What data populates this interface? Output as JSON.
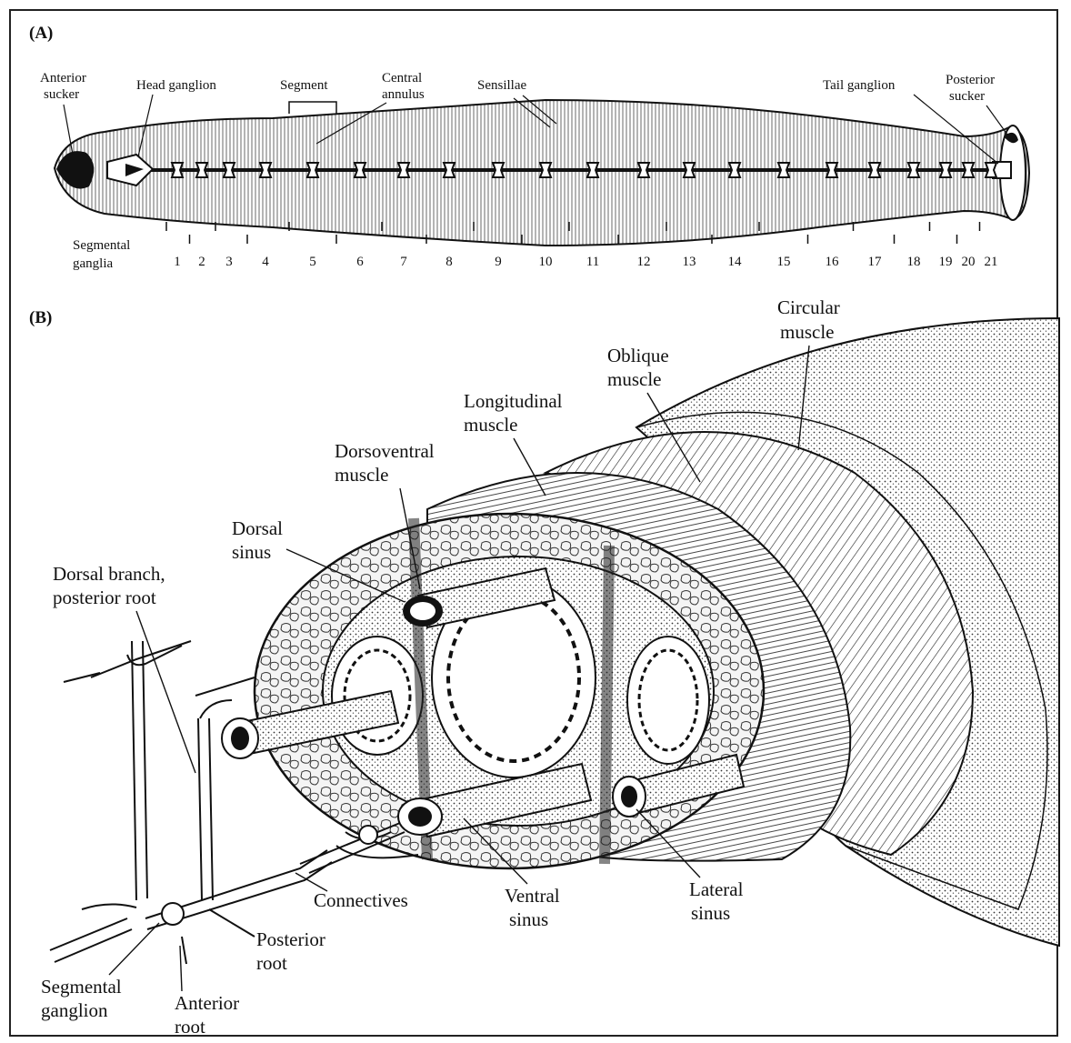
{
  "panel_a": {
    "tag": "(A)",
    "labels": {
      "anterior_sucker": [
        "Anterior",
        "sucker"
      ],
      "head_ganglion": "Head ganglion",
      "segment": "Segment",
      "central_annulus": [
        "Central",
        "annulus"
      ],
      "sensillae": "Sensillae",
      "tail_ganglion": "Tail ganglion",
      "posterior_sucker": [
        "Posterior",
        "sucker"
      ],
      "segmental_ganglia": [
        "Segmental",
        "ganglia"
      ]
    },
    "ganglion_numbers": [
      "1",
      "2",
      "3",
      "4",
      "5",
      "6",
      "7",
      "8",
      "9",
      "10",
      "11",
      "12",
      "13",
      "14",
      "15",
      "16",
      "17",
      "18",
      "19",
      "20",
      "21"
    ]
  },
  "panel_b": {
    "tag": "(B)",
    "labels": {
      "circular_muscle": [
        "Circular",
        "muscle"
      ],
      "oblique_muscle": [
        "Oblique",
        "muscle"
      ],
      "longitudinal_muscle": [
        "Longitudinal",
        "muscle"
      ],
      "dorsoventral_muscle": [
        "Dorsoventral",
        "muscle"
      ],
      "dorsal_sinus": [
        "Dorsal",
        "sinus"
      ],
      "dorsal_branch": [
        "Dorsal branch,",
        "posterior root"
      ],
      "connectives": "Connectives",
      "ventral_sinus": [
        "Ventral",
        "sinus"
      ],
      "lateral_sinus": [
        "Lateral",
        "sinus"
      ],
      "posterior_root": [
        "Posterior",
        "root"
      ],
      "segmental_ganglion": [
        "Segmental",
        "ganglion"
      ],
      "anterior_root": [
        "Anterior",
        "root"
      ]
    }
  },
  "colors": {
    "ink": "#111111",
    "paper": "#ffffff",
    "shade": "#6b6b6b"
  }
}
